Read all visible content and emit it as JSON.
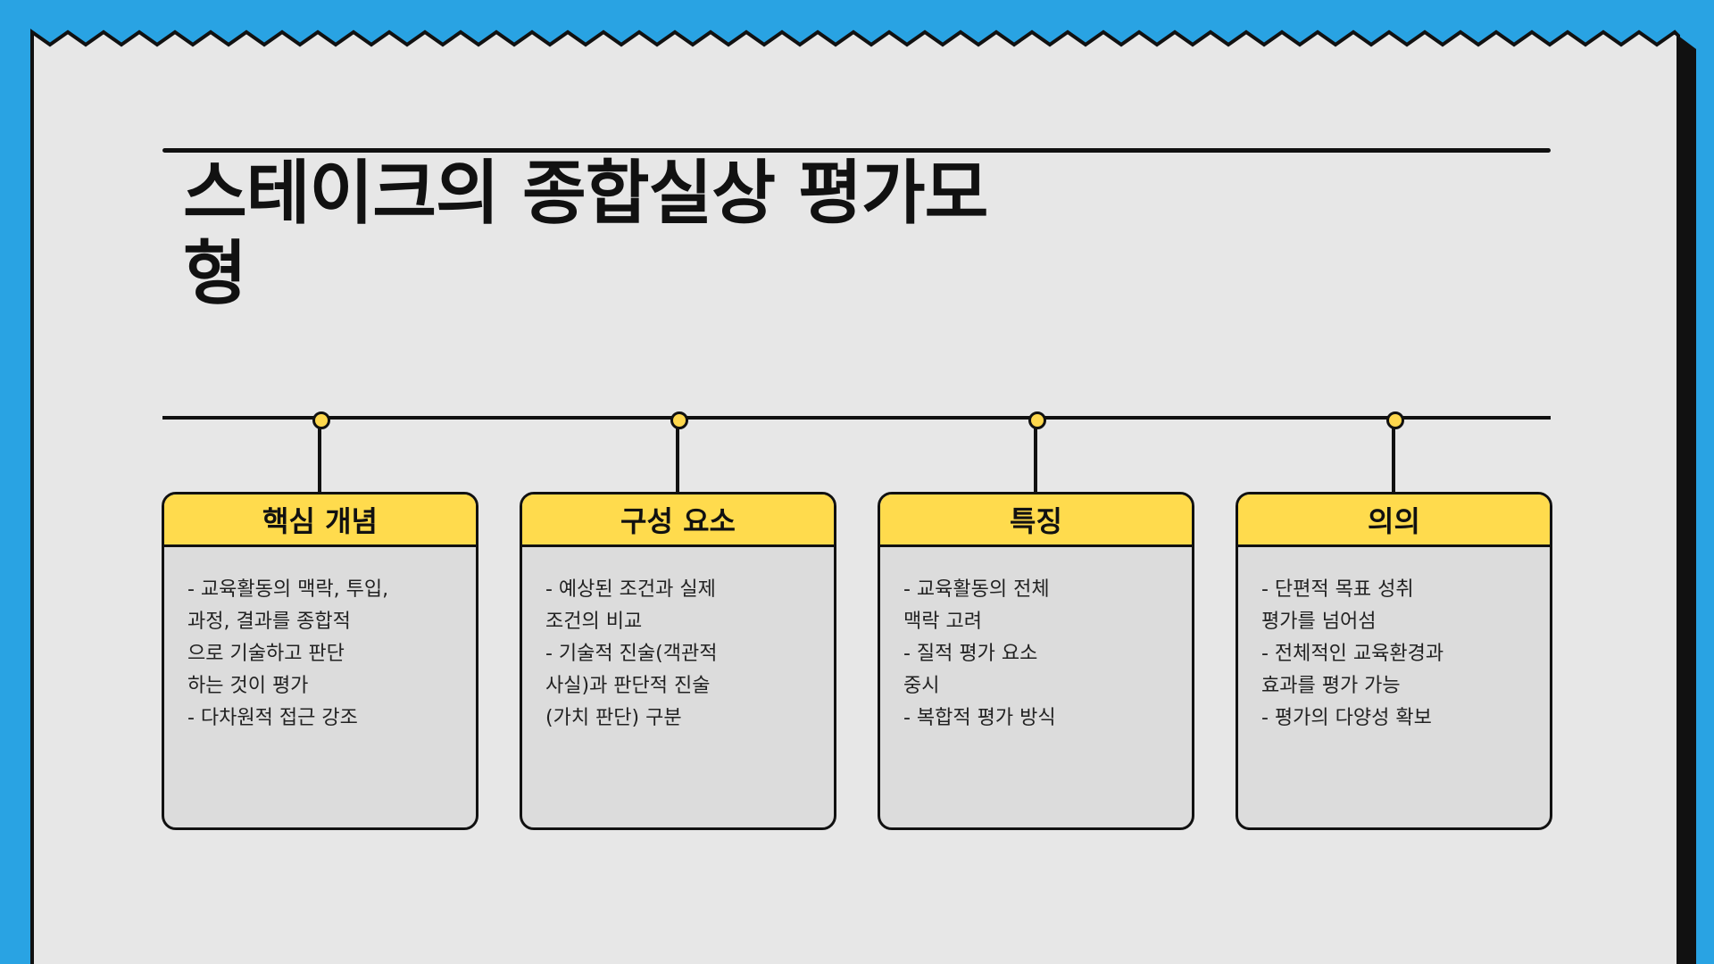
{
  "slide": {
    "title_line1": "스테이크의 종합실상 평가모",
    "title_line2": "형"
  },
  "colors": {
    "border_blue": "#29a3e3",
    "paper": "#e7e7e7",
    "accent_yellow": "#ffdb4d",
    "ink": "#111111",
    "card_body": "#dcdcdc"
  },
  "cards": [
    {
      "title": "핵심 개념",
      "lines": [
        "- 교육활동의 맥락, 투입,",
        "과정, 결과를 종합적",
        "으로 기술하고 판단",
        "하는 것이 평가",
        "- 다차원적 접근 강조"
      ]
    },
    {
      "title": "구성 요소",
      "lines": [
        "- 예상된 조건과 실제",
        "조건의 비교",
        "- 기술적 진술(객관적",
        "사실)과 판단적 진술",
        "(가치 판단) 구분"
      ]
    },
    {
      "title": "특징",
      "lines": [
        "- 교육활동의 전체",
        "맥락 고려",
        "- 질적 평가 요소",
        "중시",
        "- 복합적 평가 방식"
      ]
    },
    {
      "title": "의의",
      "lines": [
        "- 단편적 목표 성취",
        "평가를 넘어섬",
        "- 전체적인 교육환경과",
        "효과를 평가 가능",
        "- 평가의 다양성 확보"
      ]
    }
  ]
}
